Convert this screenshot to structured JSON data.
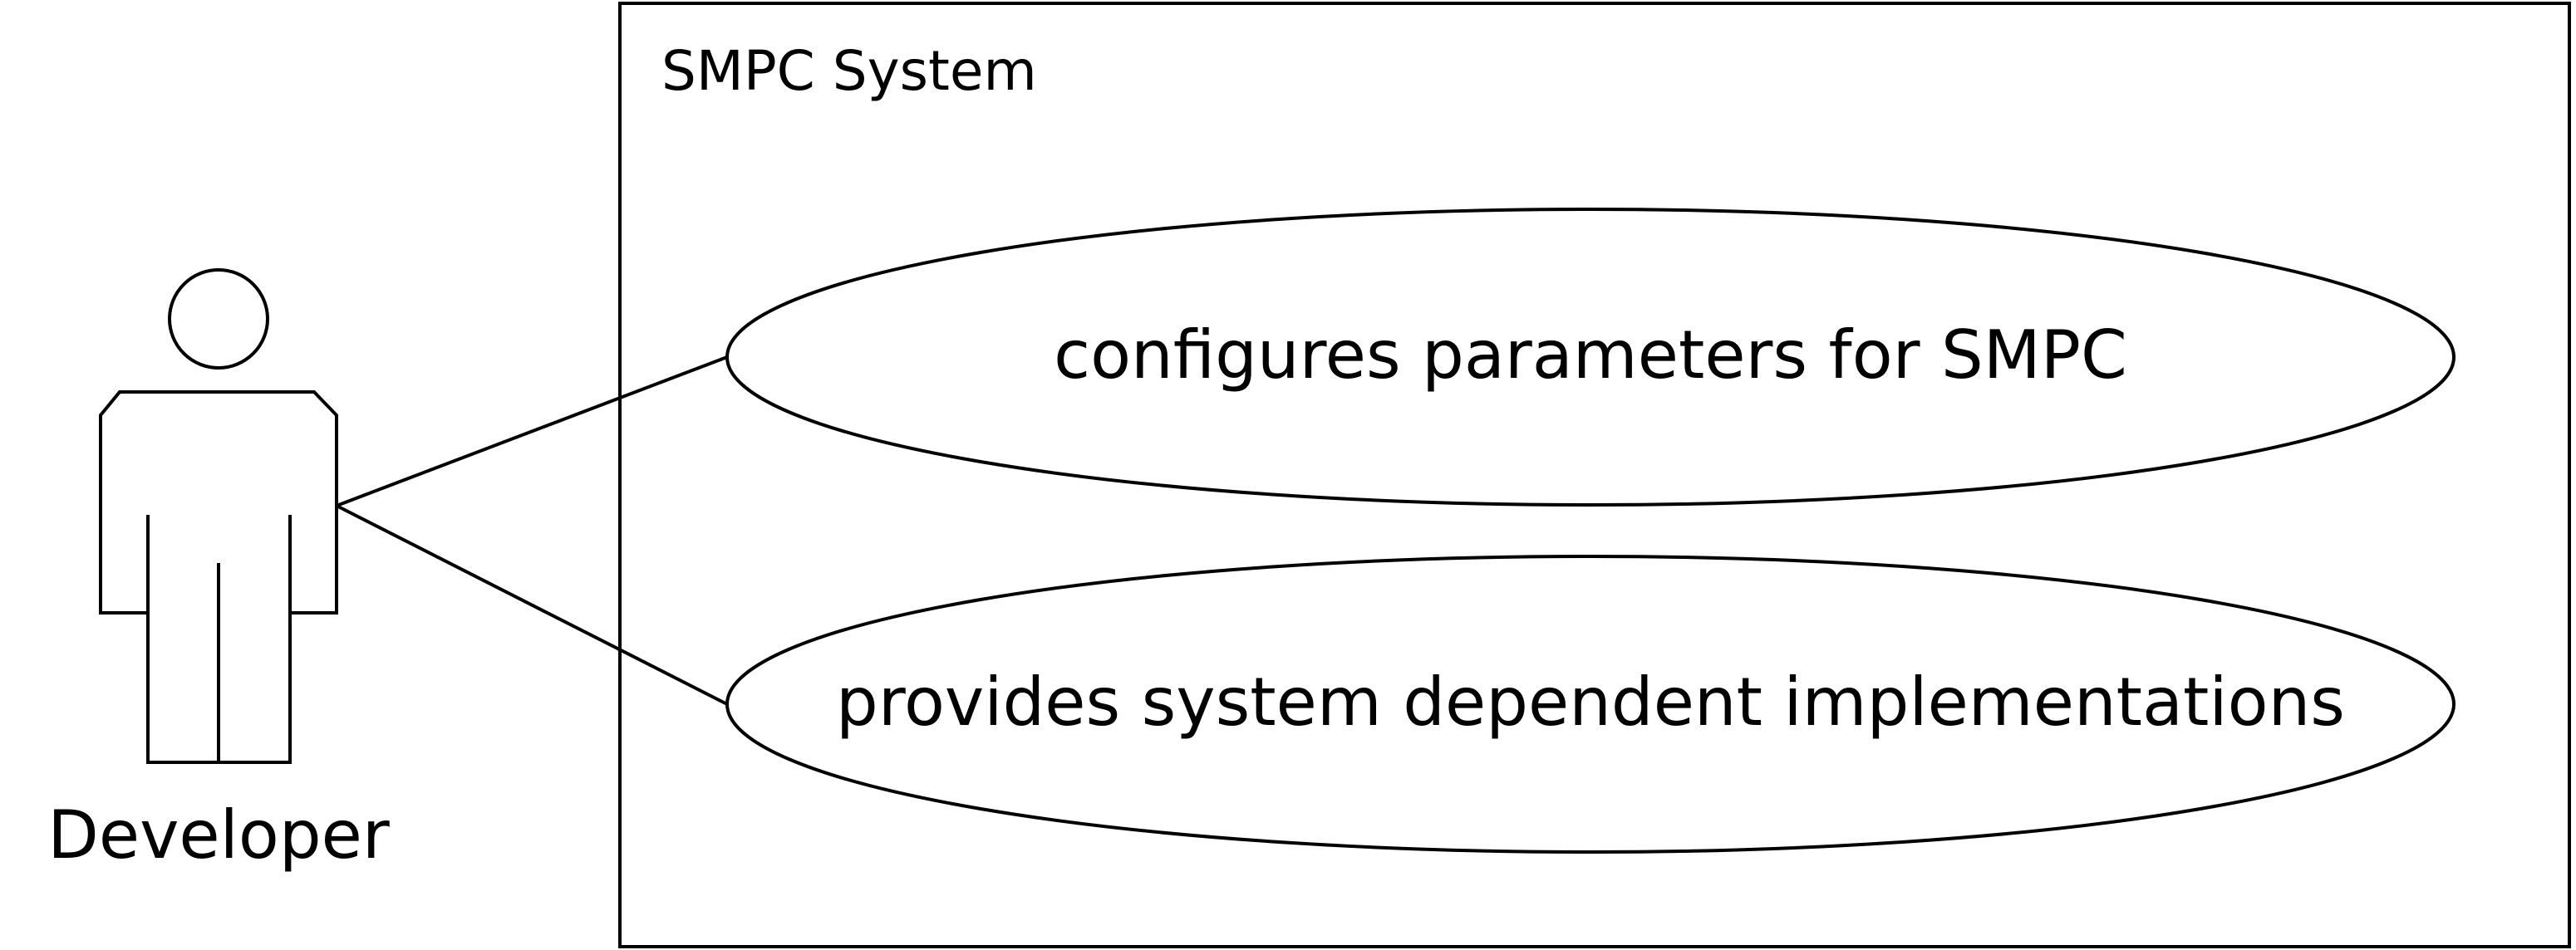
{
  "system": {
    "title": "SMPC System"
  },
  "actor": {
    "name": "Developer"
  },
  "use_cases": [
    {
      "label": "configures parameters for SMPC"
    },
    {
      "label": "provides system dependent implementations"
    }
  ],
  "colors": {
    "line": "#000000",
    "background": "#ffffff"
  }
}
